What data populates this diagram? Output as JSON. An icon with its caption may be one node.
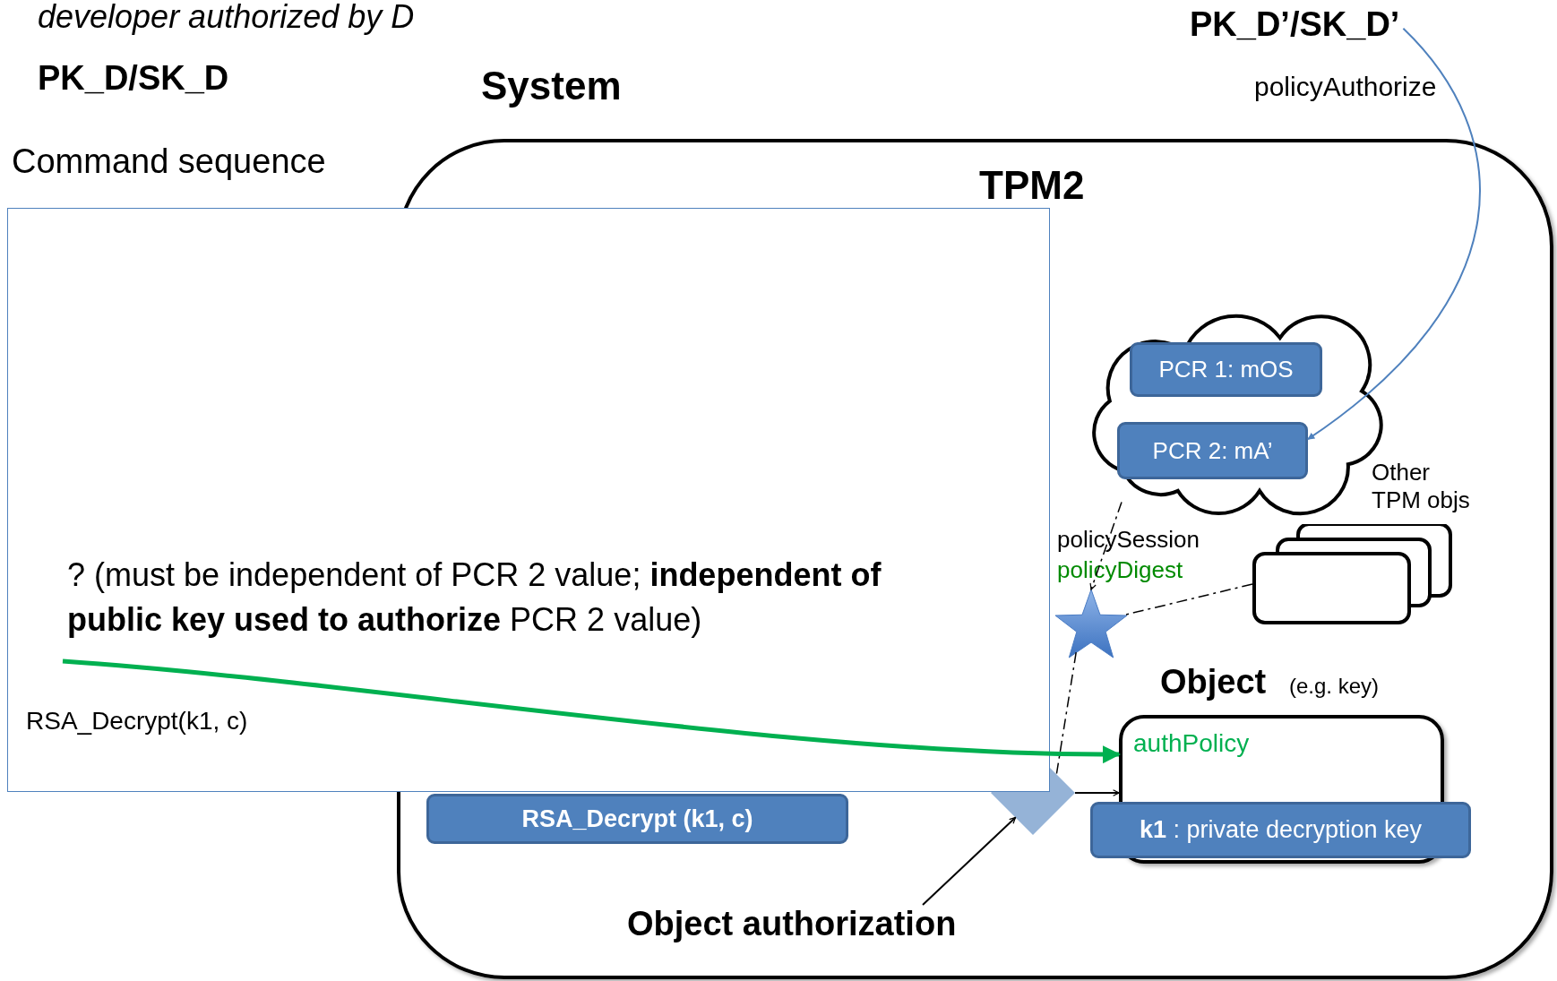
{
  "diagram": {
    "nodes": [
      {
        "text": [
          "Command sequence",
          "? (must be independent of PCR 2 value; **independent of public key used to authorize** PCR 2 value)",
          "RSA_Decrypt(k1, c)"
        ]
      },
      {
        "text": [
          "System"
        ]
      },
      {
        "text": [
          "PK_D’/SK_D’"
        ]
      },
      {
        "text": [],
        "shape": "cloud",
        "in": 1
      },
      {
        "text": [
          "PCR 1: mOS"
        ],
        "in": 3
      },
      {
        "text": [
          "PCR 2: mA’"
        ],
        "in": 3
      },
      {
        "text": [
          "Other TPM objs"
        ],
        "in": 1
      },
      {
        "text": [],
        "shape": "star",
        "in": 1,
        "beside": [
          "policySession",
          "policyDigest"
        ]
      },
      {
        "text": [],
        "shape": "diamond",
        "in": 1
      },
      {
        "text": [
          "Object",
          "(e.g. key)",
          "authPolicy"
        ],
        "in": 1
      },
      {
        "text": [
          "**k1** : private decryption key"
        ],
        "in": 1
      },
      {
        "text": [
          "RSA_Decrypt (k1, c)"
        ],
        "in": 1
      },
      {
        "text": [
          "Object authorization"
        ],
        "in": 1
      }
    ],
    "edges": [
      {
        "from": 2,
        "to": 5,
        "arrow": "to",
        "label": "policyAuthorize",
        "color": "#4f81bd"
      },
      {
        "from": 3,
        "to": 7,
        "arrow": "to",
        "style": "dashed"
      },
      {
        "from": 6,
        "to": 7,
        "arrow": "none",
        "style": "dashed"
      },
      {
        "from": 7,
        "to": 8,
        "arrow": "none",
        "style": "dashed"
      },
      {
        "from": 0,
        "to": 9,
        "arrow": "to",
        "style": "thick",
        "color": "#00b050"
      },
      {
        "from": 8,
        "to": 9,
        "arrow": "to"
      },
      {
        "from": 12,
        "to": 8,
        "arrow": "to"
      }
    ],
    "labels": [
      "developer authorized by D",
      "PK_D/SK_D",
      "TPM2"
    ]
  }
}
